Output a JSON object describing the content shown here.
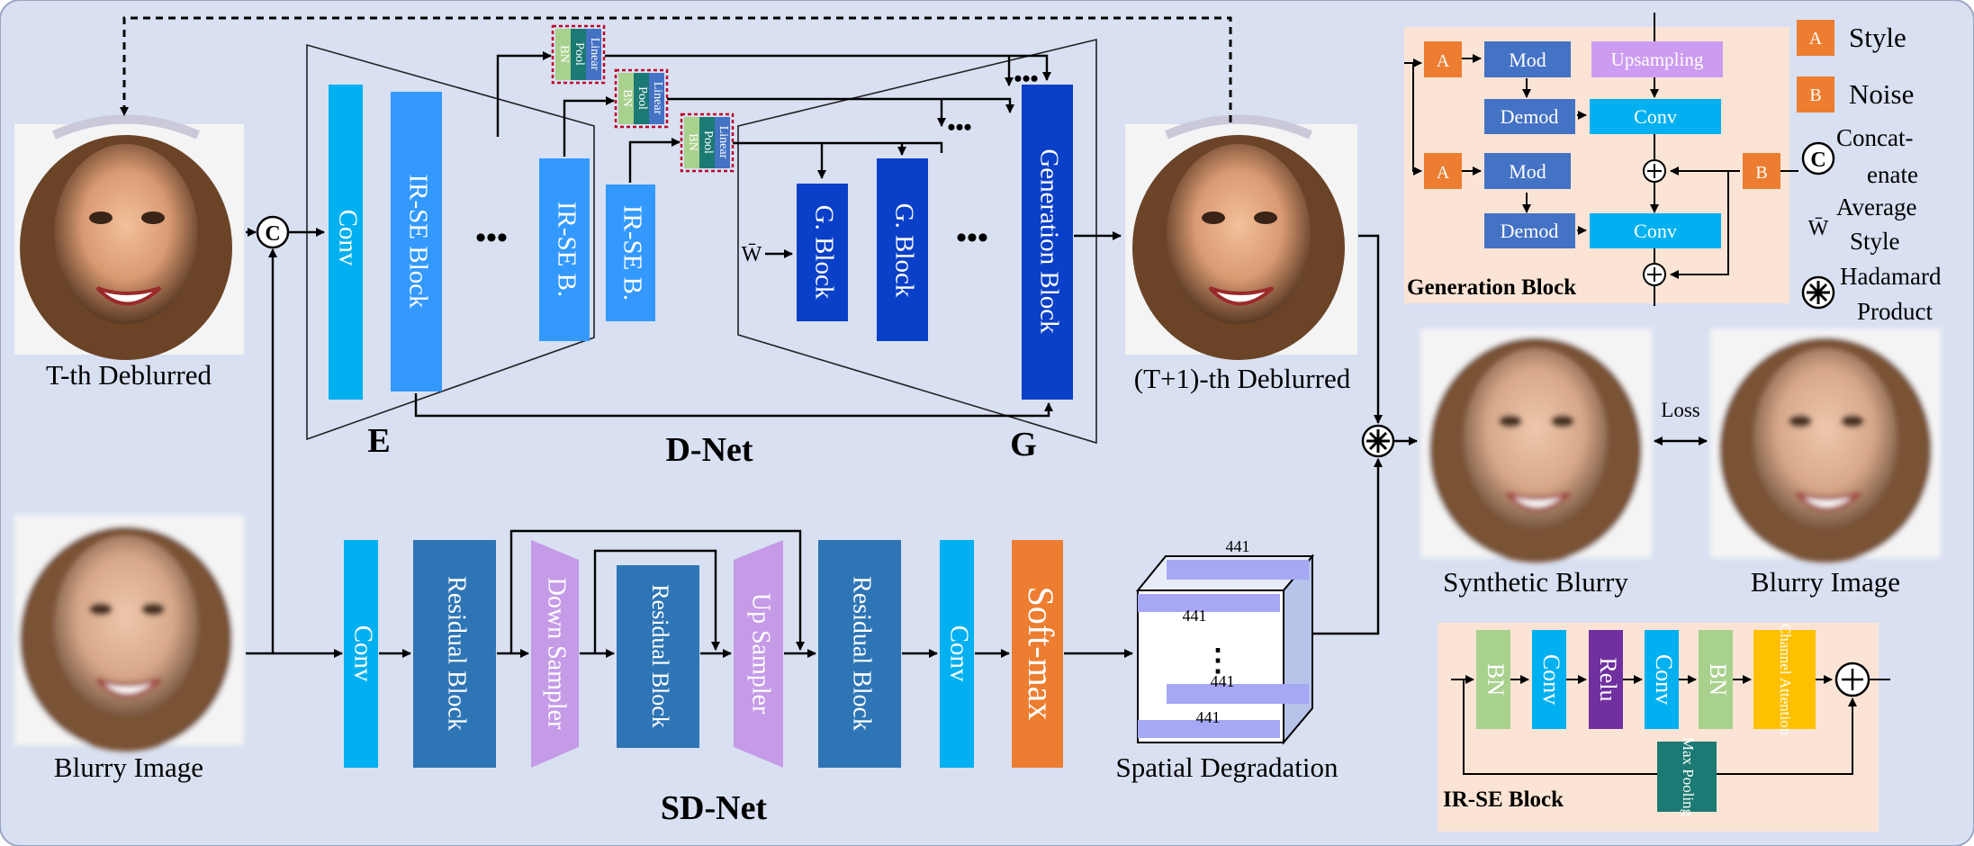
{
  "network": {
    "dnet_label": "D-Net",
    "sdnet_label": "SD-Net",
    "encoder_label": "E",
    "generator_label": "G",
    "ellipsis": "•••",
    "vertical_ellipsis": "⋮"
  },
  "images": {
    "t_deblurred": "T-th Deblurred",
    "blurry_input": "Blurry Image",
    "t1_deblurred": "(T+1)-th Deblurred",
    "synthetic_blurry": "Synthetic Blurry",
    "blurry_target": "Blurry Image",
    "loss": "Loss"
  },
  "dnet_blocks": {
    "conv": "Conv",
    "irse_block": "IR-SE Block",
    "irse_b1": "IR-SE B.",
    "irse_b2": "IR-SE B.",
    "linear": "Linear",
    "pool": "Pool",
    "bn": "BN",
    "w_bar": "W̄",
    "g_block1": "G. Block",
    "g_block2": "G. Block",
    "generation_block": "Generation Block"
  },
  "sdnet_blocks": {
    "conv1": "Conv",
    "residual1": "Residual Block",
    "down_sampler": "Down Sampler",
    "residual2": "Residual Block",
    "up_sampler": "Up Sampler",
    "residual3": "Residual Block",
    "conv2": "Conv",
    "softmax": "Soft-max"
  },
  "spatial_degradation": {
    "label": "Spatial Degradation",
    "size1": "441",
    "size2": "441",
    "size3": "441",
    "size4": "441"
  },
  "generation_block_panel": {
    "title": "Generation Block",
    "a": "A",
    "b": "B",
    "mod": "Mod",
    "demod": "Demod",
    "upsampling": "Upsampling",
    "conv": "Conv"
  },
  "irse_block_panel": {
    "title": "IR-SE Block",
    "bn": "BN",
    "conv": "Conv",
    "relu": "Relu",
    "channel_attention": "Channel Attention",
    "max_pooling": "Max Pooling"
  },
  "legend": {
    "style_key": "A",
    "style": "Style",
    "noise_key": "B",
    "noise": "Noise",
    "concat_symbol": "C",
    "concatenate_1": "Concat-",
    "concatenate_2": "enate",
    "average_symbol": "W̄",
    "average_1": "Average",
    "average_2": "Style",
    "hadamard_1": "Hadamard",
    "hadamard_2": "Product"
  },
  "colors": {
    "background": "#d8e0f1",
    "conv_cyan": "#00b0f0",
    "irse_blue": "#3399ff",
    "gen_dark_blue": "#0a3fc8",
    "residual_blue": "#2e75b6",
    "sampler_purple": "#c59be8",
    "softmax_orange": "#ed7d31",
    "panel_peach": "#fbe4d5",
    "mod_blue": "#4472c4",
    "bn_green": "#a9d18e",
    "relu_purple": "#7030a0",
    "attention_yellow": "#ffc000",
    "pool_teal": "#1b7a73",
    "arrow": "#000000"
  }
}
